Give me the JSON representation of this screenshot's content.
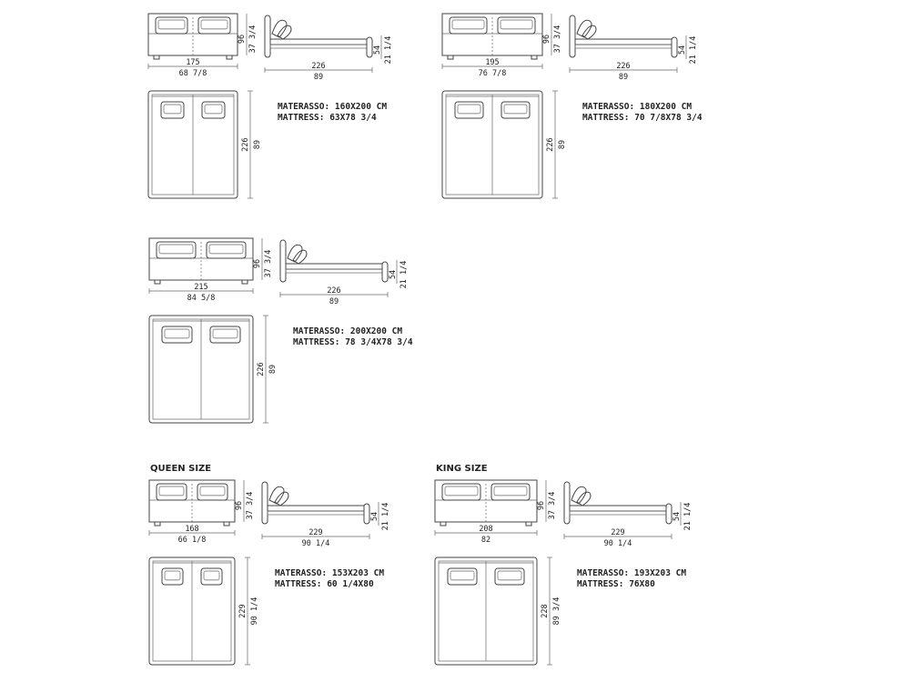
{
  "variants": [
    {
      "id": "160",
      "title": "",
      "front_width": "175",
      "front_width_in": "68 7/8",
      "height": "96",
      "height_in": "37 3/4",
      "side_length": "226",
      "side_length_in": "89",
      "side_height": "54",
      "side_height_in": "21 1/4",
      "top_length": "226",
      "top_length_in": "89",
      "materasso": "MATERASSO: 160X200 CM",
      "mattress": "MATTRESS: 63X78 3/4"
    },
    {
      "id": "180",
      "title": "",
      "front_width": "195",
      "front_width_in": "76 7/8",
      "height": "96",
      "height_in": "37 3/4",
      "side_length": "226",
      "side_length_in": "89",
      "side_height": "54",
      "side_height_in": "21 1/4",
      "top_length": "226",
      "top_length_in": "89",
      "materasso": "MATERASSO: 180X200 CM",
      "mattress": "MATTRESS: 70 7/8X78 3/4"
    },
    {
      "id": "200",
      "title": "",
      "front_width": "215",
      "front_width_in": "84 5/8",
      "height": "96",
      "height_in": "37 3/4",
      "side_length": "226",
      "side_length_in": "89",
      "side_height": "54",
      "side_height_in": "21 1/4",
      "top_length": "226",
      "top_length_in": "89",
      "materasso": "MATERASSO: 200X200 CM",
      "mattress": "MATTRESS: 78 3/4X78 3/4"
    },
    {
      "id": "queen",
      "title": "QUEEN SIZE",
      "front_width": "168",
      "front_width_in": "66 1/8",
      "height": "96",
      "height_in": "37 3/4",
      "side_length": "229",
      "side_length_in": "90 1/4",
      "side_height": "54",
      "side_height_in": "21 1/4",
      "top_length": "229",
      "top_length_in": "90 1/4",
      "materasso": "MATERASSO: 153X203 CM",
      "mattress": "MATTRESS: 60 1/4X80"
    },
    {
      "id": "king",
      "title": "KING SIZE",
      "front_width": "208",
      "front_width_in": "82",
      "height": "96",
      "height_in": "37 3/4",
      "side_length": "229",
      "side_length_in": "90 1/4",
      "side_height": "54",
      "side_height_in": "21 1/4",
      "top_length": "228",
      "top_length_in": "89 3/4",
      "materasso": "MATERASSO: 193X203 CM",
      "mattress": "MATTRESS: 76X80"
    }
  ]
}
